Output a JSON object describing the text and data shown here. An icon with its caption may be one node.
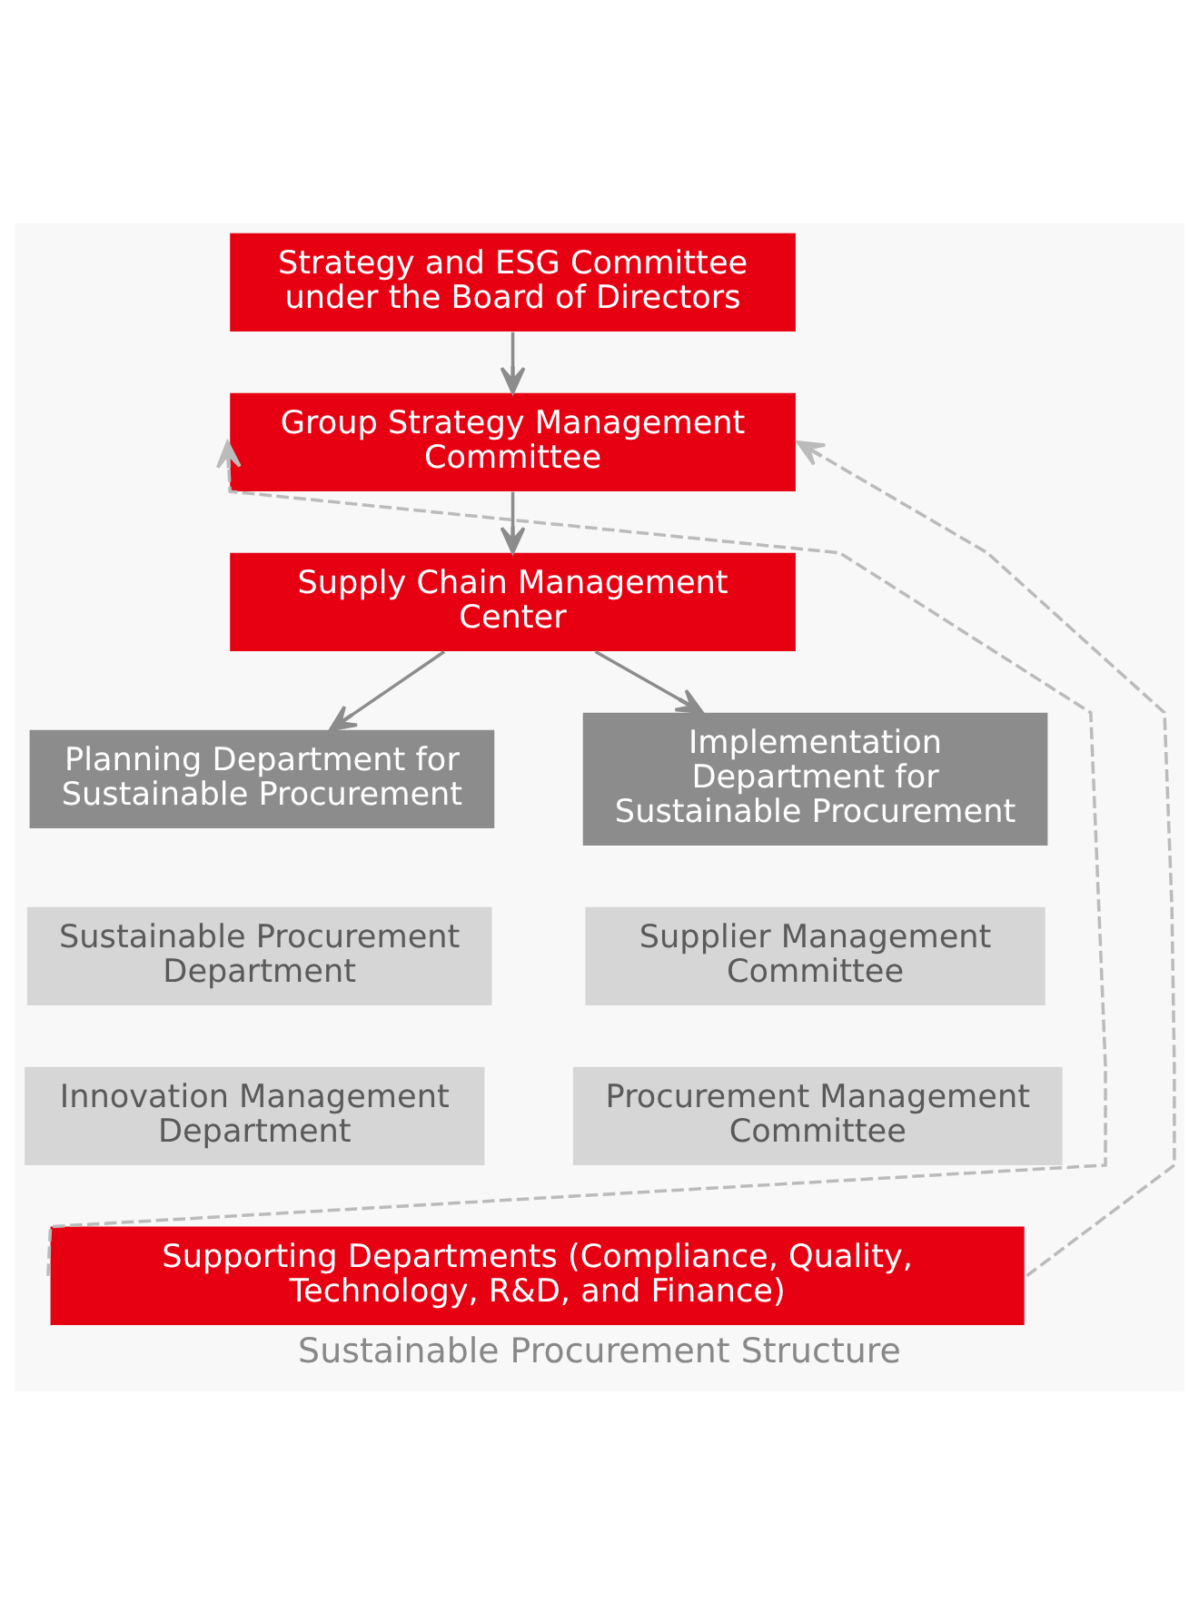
{
  "diagram": {
    "caption": "Sustainable Procurement Structure",
    "nodes": [
      {
        "text": [
          "Strategy and ESG Committee under the Board of Directors"
        ]
      },
      {
        "text": [
          "Group Strategy Management Committee"
        ]
      },
      {
        "text": [
          "Supply Chain Management Center"
        ]
      },
      {
        "text": [
          "Planning Department for Sustainable Procurement"
        ]
      },
      {
        "text": [
          "Implementation Department for Sustainable Procurement"
        ]
      },
      {
        "text": [
          "Sustainable Procurement Department"
        ]
      },
      {
        "text": [
          "Supplier Management Committee"
        ]
      },
      {
        "text": [
          "Innovation Management Department"
        ]
      },
      {
        "text": [
          "Procurement Management Committee"
        ]
      },
      {
        "text": [
          "Supporting Departments (Compliance, Quality, Technology, R&D, and Finance)"
        ]
      }
    ],
    "edges": [
      {
        "from": 0,
        "to": 1,
        "arrow": "to"
      },
      {
        "from": 1,
        "to": 2,
        "arrow": "to"
      },
      {
        "from": 2,
        "to": 3,
        "arrow": "to"
      },
      {
        "from": 2,
        "to": 4,
        "arrow": "to"
      },
      {
        "from": 9,
        "to": 1,
        "arrow": "to",
        "style": "dashed",
        "color": "#bbbbbb"
      },
      {
        "from": 9,
        "to": 1,
        "arrow": "to",
        "style": "dashed",
        "color": "#bbbbbb"
      }
    ]
  }
}
